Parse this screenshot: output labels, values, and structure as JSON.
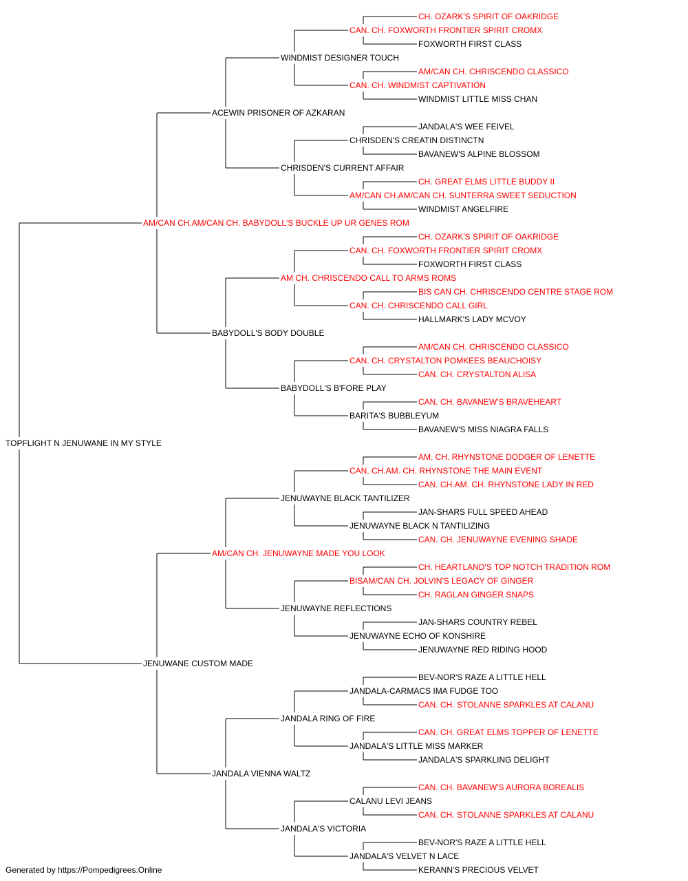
{
  "colors": {
    "champion": "#ff0000",
    "normal": "#000000",
    "line": "#000000"
  },
  "pedigree": {
    "name": "TOPFLIGHT N JENUWANE IN MY STYLE",
    "ch": false,
    "sire": {
      "name": "AM/CAN CH.AM/CAN CH. BABYDOLL'S BUCKLE UP UR GENES ROM",
      "ch": true,
      "sire": {
        "name": "ACEWIN PRISONER OF AZKARAN",
        "ch": false,
        "sire": {
          "name": "WINDMIST DESIGNER TOUCH",
          "ch": false,
          "sire": {
            "name": "CAN. CH. FOXWORTH FRONTIER SPIRIT CROMX",
            "ch": true,
            "sire": {
              "name": "CH. OZARK'S SPIRIT OF OAKRIDGE",
              "ch": true
            },
            "dam": {
              "name": "FOXWORTH FIRST CLASS",
              "ch": false
            }
          },
          "dam": {
            "name": "CAN. CH. WINDMIST CAPTIVATION",
            "ch": true,
            "sire": {
              "name": "AM/CAN CH. CHRISCENDO CLASSICO",
              "ch": true
            },
            "dam": {
              "name": "WINDMIST LITTLE MISS CHAN",
              "ch": false
            }
          }
        },
        "dam": {
          "name": "CHRISDEN'S CURRENT AFFAIR",
          "ch": false,
          "sire": {
            "name": "CHRISDEN'S CREATIN DISTINCTN",
            "ch": false,
            "sire": {
              "name": "JANDALA'S WEE FEIVEL",
              "ch": false
            },
            "dam": {
              "name": "BAVANEW'S ALPINE BLOSSOM",
              "ch": false
            }
          },
          "dam": {
            "name": "AM/CAN CH.AM/CAN CH. SUNTERRA SWEET SEDUCTION",
            "ch": true,
            "sire": {
              "name": "CH. GREAT ELMS LITTLE BUDDY II",
              "ch": true
            },
            "dam": {
              "name": "WINDMIST ANGELFIRE",
              "ch": false
            }
          }
        }
      },
      "dam": {
        "name": "BABYDOLL'S BODY DOUBLE",
        "ch": false,
        "sire": {
          "name": "AM CH. CHRISCENDO CALL TO ARMS ROMS",
          "ch": true,
          "sire": {
            "name": "CAN. CH. FOXWORTH FRONTIER SPIRIT CROMX",
            "ch": true,
            "sire": {
              "name": "CH. OZARK'S SPIRIT OF OAKRIDGE",
              "ch": true
            },
            "dam": {
              "name": "FOXWORTH FIRST CLASS",
              "ch": false
            }
          },
          "dam": {
            "name": "CAN. CH. CHRISCENDO CALL GIRL",
            "ch": true,
            "sire": {
              "name": "BIS CAN CH. CHRISCENDO CENTRE STAGE ROM",
              "ch": true
            },
            "dam": {
              "name": "HALLMARK'S LADY MCVOY",
              "ch": false
            }
          }
        },
        "dam": {
          "name": "BABYDOLL'S B'FORE PLAY",
          "ch": false,
          "sire": {
            "name": "CAN. CH. CRYSTALTON POMKEES BEAUCHOISY",
            "ch": true,
            "sire": {
              "name": "AM/CAN CH. CHRISCENDO CLASSICO",
              "ch": true
            },
            "dam": {
              "name": "CAN. CH. CRYSTALTON ALISA",
              "ch": true
            }
          },
          "dam": {
            "name": "BARITA'S BUBBLEYUM",
            "ch": false,
            "sire": {
              "name": "CAN. CH. BAVANEW'S BRAVEHEART",
              "ch": true
            },
            "dam": {
              "name": "BAVANEW'S MISS NIAGRA FALLS",
              "ch": false
            }
          }
        }
      }
    },
    "dam": {
      "name": "JENUWANE CUSTOM MADE",
      "ch": false,
      "sire": {
        "name": "AM/CAN CH. JENUWAYNE MADE YOU LOOK",
        "ch": true,
        "sire": {
          "name": "JENUWAYNE BLACK TANTILIZER",
          "ch": false,
          "sire": {
            "name": "CAN. CH.AM. CH. RHYNSTONE THE MAIN EVENT",
            "ch": true,
            "sire": {
              "name": "AM. CH. RHYNSTONE DODGER OF LENETTE",
              "ch": true
            },
            "dam": {
              "name": "CAN. CH.AM. CH. RHYNSTONE LADY IN RED",
              "ch": true
            }
          },
          "dam": {
            "name": "JENUWAYNE BLACK N TANTILIZING",
            "ch": false,
            "sire": {
              "name": "JAN-SHARS FULL SPEED AHEAD",
              "ch": false
            },
            "dam": {
              "name": "CAN. CH. JENUWAYNE EVENING SHADE",
              "ch": true
            }
          }
        },
        "dam": {
          "name": "JENUWAYNE REFLECTIONS",
          "ch": false,
          "sire": {
            "name": "BISAM/CAN CH. JOLVIN'S LEGACY OF GINGER",
            "ch": true,
            "sire": {
              "name": "CH. HEARTLAND'S TOP NOTCH TRADITION ROM",
              "ch": true
            },
            "dam": {
              "name": "CH. RAGLAN GINGER SNAPS",
              "ch": true
            }
          },
          "dam": {
            "name": "JENUWAYNE ECHO OF KONSHIRE",
            "ch": false,
            "sire": {
              "name": "JAN-SHARS COUNTRY REBEL",
              "ch": false
            },
            "dam": {
              "name": "JENUWAYNE RED RIDING HOOD",
              "ch": false
            }
          }
        }
      },
      "dam": {
        "name": "JANDALA VIENNA WALTZ",
        "ch": false,
        "sire": {
          "name": "JANDALA RING OF FIRE",
          "ch": false,
          "sire": {
            "name": "JANDALA-CARMACS IMA FUDGE TOO",
            "ch": false,
            "sire": {
              "name": "BEV-NOR'S RAZE A LITTLE HELL",
              "ch": false
            },
            "dam": {
              "name": "CAN. CH. STOLANNE SPARKLES AT CALANU",
              "ch": true
            }
          },
          "dam": {
            "name": "JANDALA'S LITTLE MISS MARKER",
            "ch": false,
            "sire": {
              "name": "CAN. CH. GREAT ELMS TOPPER OF LENETTE",
              "ch": true
            },
            "dam": {
              "name": "JANDALA'S SPARKLING DELIGHT",
              "ch": false
            }
          }
        },
        "dam": {
          "name": "JANDALA'S VICTORIA",
          "ch": false,
          "sire": {
            "name": "CALANU LEVI JEANS",
            "ch": false,
            "sire": {
              "name": "CAN. CH. BAVANEW'S AURORA BOREALIS",
              "ch": true
            },
            "dam": {
              "name": "CAN. CH. STOLANNE SPARKLES AT CALANU",
              "ch": true
            }
          },
          "dam": {
            "name": "JANDALA'S VELVET N LACE",
            "ch": false,
            "sire": {
              "name": "BEV-NOR'S RAZE A LITTLE HELL",
              "ch": false
            },
            "dam": {
              "name": "KERANN'S PRECIOUS VELVET",
              "ch": false
            }
          }
        }
      }
    }
  },
  "footer": {
    "text": "Generated by https://Pompedigrees.Online"
  }
}
